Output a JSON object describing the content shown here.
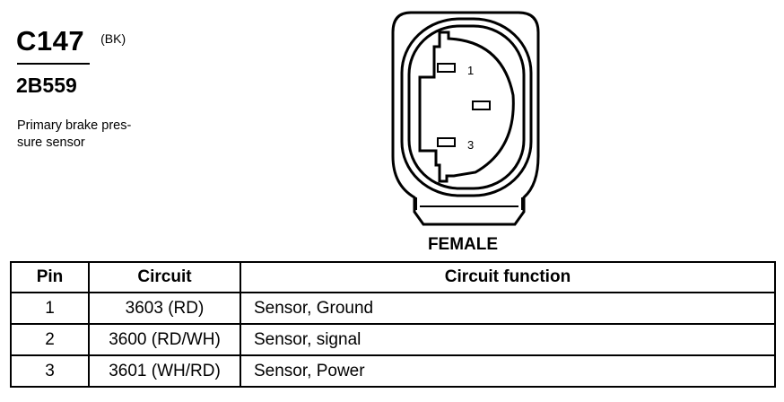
{
  "connector": {
    "id": "C147",
    "color": "(BK)",
    "part_number": "2B559",
    "description": "Primary brake pres-\nsure sensor"
  },
  "diagram": {
    "view_label": "FEMALE",
    "pin_labels": [
      "1",
      "3"
    ]
  },
  "table": {
    "headers": [
      "Pin",
      "Circuit",
      "Circuit function"
    ],
    "rows": [
      {
        "pin": "1",
        "circuit": "3603 (RD)",
        "function": "Sensor, Ground"
      },
      {
        "pin": "2",
        "circuit": "3600 (RD/WH)",
        "function": "Sensor, signal"
      },
      {
        "pin": "3",
        "circuit": "3601 (WH/RD)",
        "function": "Sensor, Power"
      }
    ]
  }
}
